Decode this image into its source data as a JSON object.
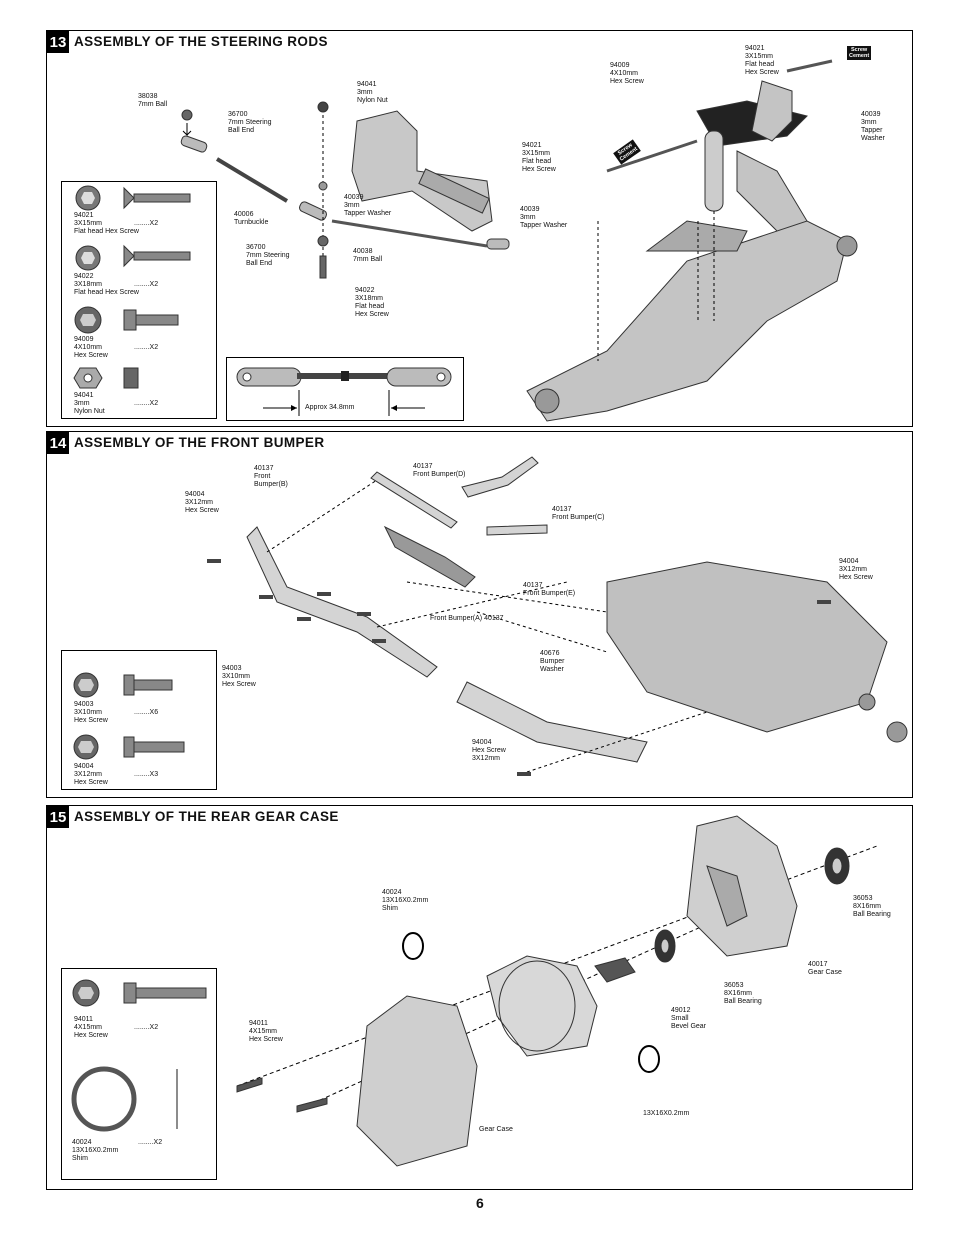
{
  "page_number": "6",
  "section13": {
    "num": "13",
    "title": "ASSEMBLY OF THE STEERING RODS",
    "labels": [
      "38038\n7mm Ball",
      "36700\n7mm Steering\nBall End",
      "94041\n3mm\nNylon Nut",
      "40006\nTurnbuckle",
      "40039\n3mm\nTapper   Washer",
      "36700\n7mm Steering\nBall End",
      "40038\n7mm Ball",
      "94022\n3X18mm\nFlat head\nHex Screw",
      "94009\n4X10mm\nHex Screw",
      "94021\n3X15mm\nFlat head\nHex Screw",
      "40039\n3mm\nTapper\nWasher",
      "94021\n3X15mm\nFlat head\nHex Screw",
      "40039\n3mm\nTapper   Washer"
    ],
    "screw_cement_1": "Screw\nCement",
    "screw_cement_2": "Screw\nCement",
    "parts": [
      {
        "code": "94021\n3X15mm\nFlat head Hex Screw",
        "qty": "........X2"
      },
      {
        "code": "94022\n3X18mm\nFlat head Hex Screw",
        "qty": "........X2"
      },
      {
        "code": "94009\n4X10mm\nHex Screw",
        "qty": "........X2"
      },
      {
        "code": "94041\n3mm\nNylon  Nut",
        "qty": "........X2"
      }
    ],
    "rod_length": "Approx  34.8mm"
  },
  "section14": {
    "num": "14",
    "title": "ASSEMBLY OF THE FRONT BUMPER",
    "labels": [
      "40137\nFront\nBumper(B)",
      "40137\nFront  Bumper(D)",
      "94004\n3X12mm\nHex Screw",
      "40137\nFront  Bumper(C)",
      "40137\nFront  Bumper(E)",
      "Front  Bumper(A)   40137",
      "94004\n3X12mm\nHex Screw",
      "94003\n3X10mm\nHex Screw",
      "40676\nBumper\nWasher",
      "94004\nHex Screw\n3X12mm"
    ],
    "parts": [
      {
        "code": "94003\n3X10mm\nHex Screw",
        "qty": "........X6"
      },
      {
        "code": "94004\n3X12mm\nHex Screw",
        "qty": "........X3"
      }
    ]
  },
  "section15": {
    "num": "15",
    "title": "ASSEMBLY OF THE REAR GEAR CASE",
    "labels": [
      "40024\n13X16X0.2mm\nShim",
      "36053\n8X16mm\nBall Bearing",
      "40017\nGear Case",
      "36053\n8X16mm\nBall Bearing",
      "49012\nSmall\nBevel   Gear",
      "94011\n4X15mm\nHex Screw",
      "13X16X0.2mm",
      "Gear Case"
    ],
    "parts": [
      {
        "code": "94011\n4X15mm\nHex Screw",
        "qty": "........X2"
      },
      {
        "code": "40024\n13X16X0.2mm\nShim",
        "qty": "........X2"
      }
    ]
  }
}
